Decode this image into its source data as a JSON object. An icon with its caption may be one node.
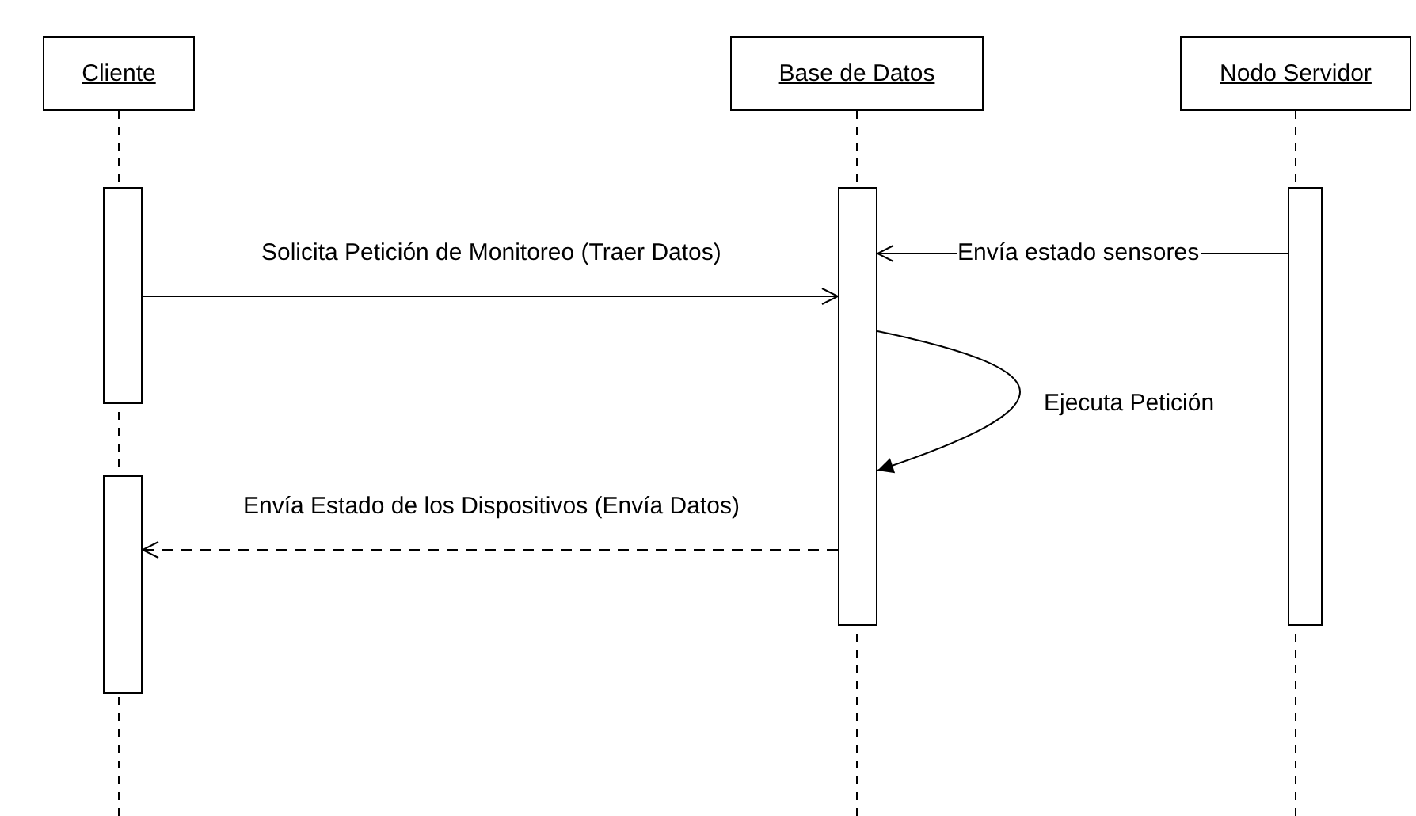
{
  "diagram": {
    "nodes": [
      {
        "text": [
          "Cliente"
        ]
      },
      {
        "text": [
          "Base de Datos"
        ]
      },
      {
        "text": [
          "Nodo Servidor"
        ]
      },
      {
        "text": [],
        "shape": "bar"
      },
      {
        "text": [],
        "shape": "bar"
      },
      {
        "text": [],
        "shape": "bar"
      },
      {
        "text": [],
        "shape": "bar"
      }
    ],
    "edges": [
      {
        "from": 3,
        "to": 5,
        "arrow": "to",
        "label": "Solicita Petición de Monitoreo (Traer Datos)"
      },
      {
        "from": 6,
        "to": 5,
        "arrow": "to",
        "label": "Envía estado sensores"
      },
      {
        "from": 5,
        "to": 5,
        "arrow": "to",
        "label": "Ejecuta Petición"
      },
      {
        "from": 5,
        "to": 4,
        "arrow": "to",
        "style": "dashed",
        "label": "Envía Estado de los Dispositivos (Envía Datos)"
      }
    ]
  }
}
